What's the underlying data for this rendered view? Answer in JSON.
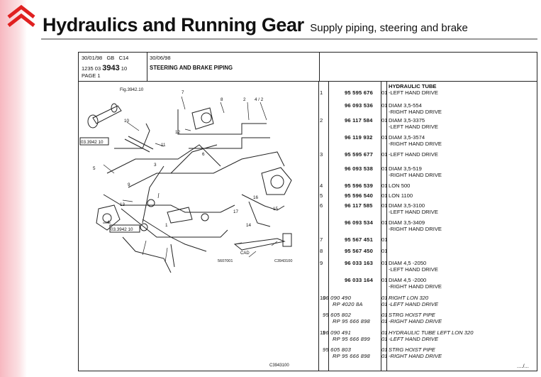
{
  "header": {
    "title": "Hydraulics and Running Gear",
    "subtitle": "Supply piping, steering and brake"
  },
  "sheet": {
    "date1": "30/01/98",
    "lang": "GB",
    "code": "C14",
    "date2": "30/06/98",
    "ref_prefix": "1235 03",
    "ref_main": "3943",
    "ref_suffix": "10",
    "page": "PAGE 1",
    "section_title": "STEERING AND BRAKE PIPING",
    "footer_code": "C3943100",
    "continued": "..../...",
    "diagram_labels": {
      "top_ref": "Fig.3942.10",
      "box1": "03.3942 10",
      "box2": "03.3942 10",
      "cad": "CAD",
      "code_a": "5607001",
      "code_b": "C3943100",
      "n1": "1",
      "n2": "2",
      "n3": "3",
      "n4": "4",
      "n42": "4 / 2",
      "n5": "5",
      "n6": "6",
      "n7": "7",
      "n8": "8",
      "n9": "9",
      "n10": "10",
      "n11": "11",
      "n12": "12",
      "n13": "13",
      "n14": "14",
      "n15": "15",
      "n16": "16",
      "n17": "17"
    }
  },
  "parts": [
    {
      "item": "",
      "part": "",
      "qty": "",
      "desc": [
        "HYDRAULIC TUBE"
      ],
      "bold": true,
      "italic": false
    },
    {
      "item": "1",
      "part": "95 595 676",
      "qty": "01",
      "desc": [
        "-LEFT HAND DRIVE"
      ],
      "italic": false
    },
    {
      "item": "",
      "part": "96 093 536",
      "qty": "01",
      "desc": [
        "DIAM 3,5-554",
        "-RIGHT HAND DRIVE"
      ],
      "italic": false
    },
    {
      "item": "2",
      "part": "96 117 584",
      "qty": "01",
      "desc": [
        "DIAM 3,5-3375",
        "-LEFT HAND DRIVE"
      ],
      "italic": false
    },
    {
      "item": "",
      "part": "96 119 932",
      "qty": "01",
      "desc": [
        "DIAM 3,5-3574",
        "-RIGHT HAND DRIVE"
      ],
      "italic": false
    },
    {
      "item": "3",
      "part": "95 595 677",
      "qty": "01",
      "desc": [
        "-LEFT HAND DRIVE"
      ],
      "italic": false
    },
    {
      "item": "",
      "part": "96 093 538",
      "qty": "01",
      "desc": [
        "DIAM 3,5-519",
        "-RIGHT HAND DRIVE"
      ],
      "italic": false
    },
    {
      "item": "4",
      "part": "95 596 539",
      "qty": "01",
      "desc": [
        "LON 500"
      ],
      "italic": false
    },
    {
      "item": "5",
      "part": "95 596 540",
      "qty": "01",
      "desc": [
        "LON 1100"
      ],
      "italic": false
    },
    {
      "item": "6",
      "part": "96 117 585",
      "qty": "01",
      "desc": [
        "DIAM 3,5-3100",
        "-LEFT HAND DRIVE"
      ],
      "italic": false
    },
    {
      "item": "",
      "part": "96 093 534",
      "qty": "01",
      "desc": [
        "DIAM 3,5-3409",
        "-RIGHT HAND DRIVE"
      ],
      "italic": false
    },
    {
      "item": "7",
      "part": "95 567 451",
      "qty": "01",
      "desc": [],
      "italic": false
    },
    {
      "item": "8",
      "part": "95 567 450",
      "qty": "01",
      "desc": [],
      "italic": false
    },
    {
      "item": "9",
      "part": "96 033 163",
      "qty": "01",
      "desc": [
        "DIAM 4,5 -2050",
        "-LEFT HAND DRIVE"
      ],
      "italic": false
    },
    {
      "item": "",
      "part": "96 033 164",
      "qty": "01",
      "desc": [
        "DIAM 4,5 -2000",
        "-RIGHT HAND DRIVE"
      ],
      "italic": false
    },
    {
      "item": "10",
      "part": "96 090 490",
      "part2": "RP  4020 8A",
      "qty": "01",
      "qty2": "01",
      "desc": [
        "RIGHT LON 320",
        "-LEFT HAND DRIVE"
      ],
      "italic": true
    },
    {
      "item": "",
      "part": "95 605 802",
      "part2": "RP  95 666 898",
      "qty": "01",
      "qty2": "01",
      "desc": [
        "STRG HOIST PIPE",
        "-RIGHT HAND DRIVE"
      ],
      "italic": true
    },
    {
      "item": "11",
      "part": "96 090 491",
      "part2": "RP  95 666 899",
      "qty": "01",
      "qty2": "01",
      "desc": [
        "HYDRAULIC TUBE LEFT LON 320",
        "-LEFT HAND DRIVE"
      ],
      "italic": true
    },
    {
      "item": "",
      "part": "95 605 803",
      "part2": "RP  95 666 898",
      "qty": "01",
      "qty2": "01",
      "desc": [
        "STRG HOIST PIPE",
        "-RIGHT HAND DRIVE"
      ],
      "italic": true
    }
  ]
}
